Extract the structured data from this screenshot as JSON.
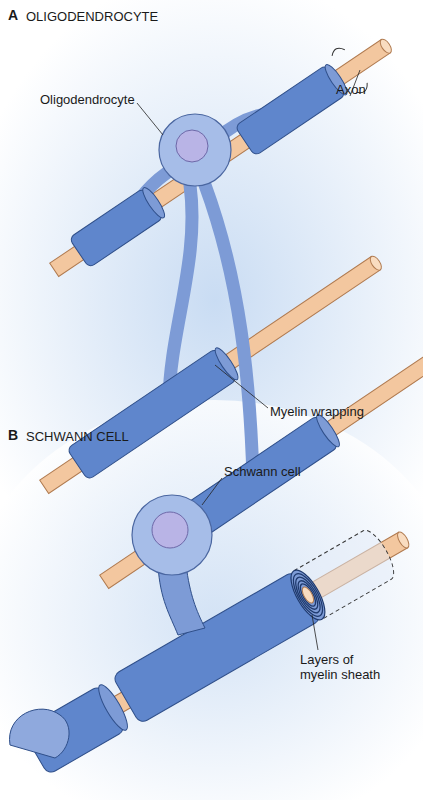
{
  "diagram": {
    "labels": [
      "A",
      "OLIGODENDROCYTE",
      "Oligodendrocyte",
      "Axon",
      "Myelin wrapping",
      "B",
      "SCHWANN CELL",
      "Schwann cell",
      "Layers of myelin sheath"
    ]
  }
}
